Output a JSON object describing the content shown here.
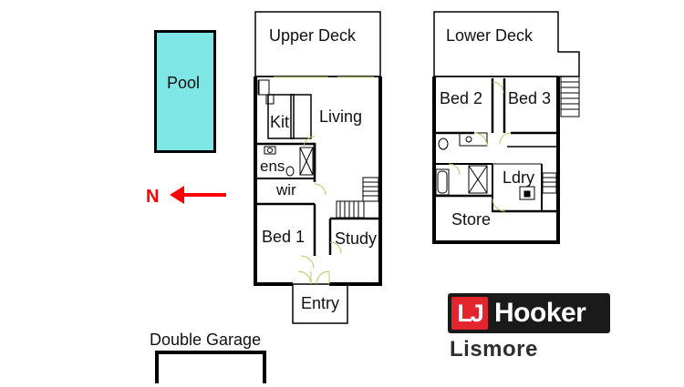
{
  "plan": {
    "pool_label": "Pool",
    "compass_label": "N",
    "garage_label": "Double Garage",
    "upper": {
      "deck": "Upper Deck",
      "living": "Living",
      "kitchen": "Kit",
      "ensuite": "ens",
      "wir": "wir",
      "bed1": "Bed 1",
      "study": "Study",
      "entry": "Entry"
    },
    "lower": {
      "deck": "Lower Deck",
      "bed2": "Bed 2",
      "bed3": "Bed 3",
      "laundry": "Ldry",
      "store": "Store"
    }
  },
  "brand": {
    "logo_mark": "LJ",
    "logo_word": "Hooker",
    "office": "Lismore",
    "colors": {
      "red": "#e3262e",
      "dark": "#1a1a1a",
      "pool": "#7fe6e6",
      "arrow": "#ff0000"
    }
  }
}
